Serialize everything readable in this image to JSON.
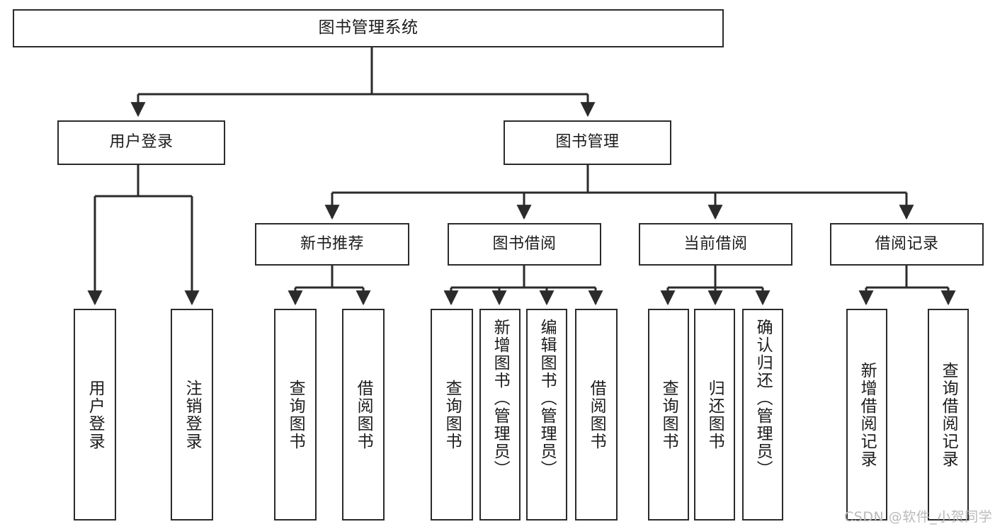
{
  "diagram": {
    "title": "图书管理系统",
    "type": "tree-hierarchy",
    "watermark": "CSDN @软件_小贺同学",
    "colors": {
      "stroke": "#2b2b2b",
      "fill": "#ffffff",
      "text": "#1c1c1c",
      "watermark": "#b9b9b9"
    },
    "nodes": {
      "root": {
        "label": "图书管理系统"
      },
      "level2": [
        {
          "id": "user-login",
          "label": "用户登录"
        },
        {
          "id": "book-manage",
          "label": "图书管理"
        }
      ],
      "level3": [
        {
          "id": "new-book-recommend",
          "label": "新书推荐"
        },
        {
          "id": "book-borrow",
          "label": "图书借阅"
        },
        {
          "id": "current-borrow",
          "label": "当前借阅"
        },
        {
          "id": "borrow-record",
          "label": "借阅记录"
        }
      ],
      "leaves": {
        "user-login": [
          {
            "id": "leaf-user-login",
            "label": "用户登录"
          },
          {
            "id": "leaf-logout",
            "label": "注销登录"
          }
        ],
        "new-book-recommend": [
          {
            "id": "leaf-query-book-1",
            "label": "查询图书"
          },
          {
            "id": "leaf-borrow-book-1",
            "label": "借阅图书"
          }
        ],
        "book-borrow": [
          {
            "id": "leaf-query-book-2",
            "label": "查询图书"
          },
          {
            "id": "leaf-add-book",
            "label": "新增图书（管理员）"
          },
          {
            "id": "leaf-edit-book",
            "label": "编辑图书（管理员）"
          },
          {
            "id": "leaf-borrow-book-2",
            "label": "借阅图书"
          }
        ],
        "current-borrow": [
          {
            "id": "leaf-query-book-3",
            "label": "查询图书"
          },
          {
            "id": "leaf-return-book",
            "label": "归还图书"
          },
          {
            "id": "leaf-confirm-return",
            "label": "确认归还（管理员）"
          }
        ],
        "borrow-record": [
          {
            "id": "leaf-add-record",
            "label": "新增借阅记录"
          },
          {
            "id": "leaf-query-record",
            "label": "查询借阅记录"
          }
        ]
      }
    }
  }
}
